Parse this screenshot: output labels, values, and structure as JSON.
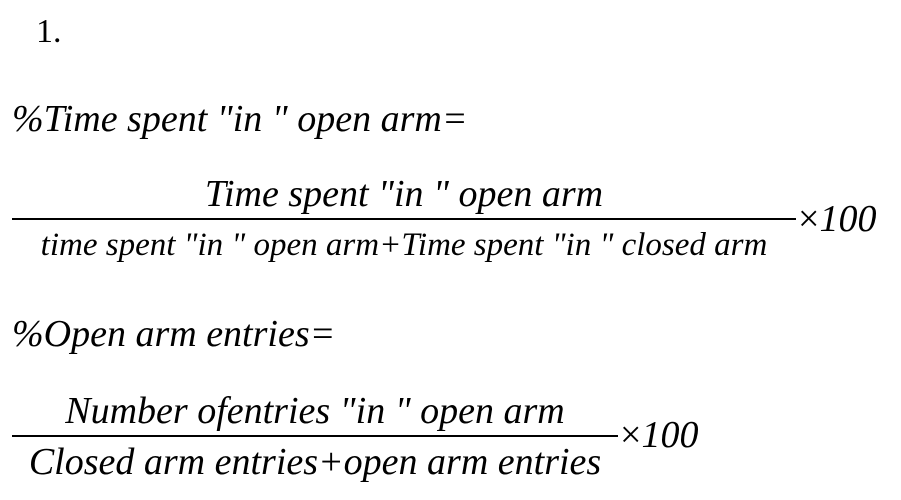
{
  "item_number": "1.",
  "formula1": {
    "label": "%Time spent \"in \" open arm=",
    "numerator": "Time spent \"in \" open arm",
    "denominator": "time spent \"in \" open arm+Time spent \"in \" closed arm",
    "times_sign": "×",
    "multiplier": "100"
  },
  "formula2": {
    "label": "%Open arm entries=",
    "numerator": "Number ofentries \"in \" open arm",
    "denominator": "Closed arm entries+open arm entries",
    "times_sign": "×",
    "multiplier": "100"
  }
}
